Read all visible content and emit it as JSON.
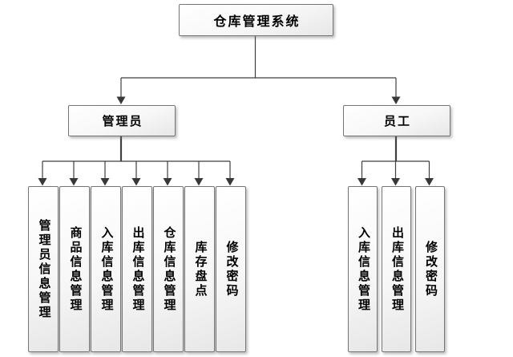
{
  "diagram": {
    "root": {
      "label": "仓库管理系统"
    },
    "branches": [
      {
        "label": "管理员",
        "children": [
          "管理员信息管理",
          "商品信息管理",
          "入库信息管理",
          "出库信息管理",
          "仓库信息管理",
          "库存盘点",
          "修改密码"
        ]
      },
      {
        "label": "员工",
        "children": [
          "入库信息管理",
          "出库信息管理",
          "修改密码"
        ]
      }
    ],
    "colors": {
      "line": "#3f3f3f",
      "arrowhead": "#383838",
      "box_border": "#757575",
      "box_fill": "#f2f2f2",
      "text": "#000000",
      "background": "#ffffff"
    }
  }
}
